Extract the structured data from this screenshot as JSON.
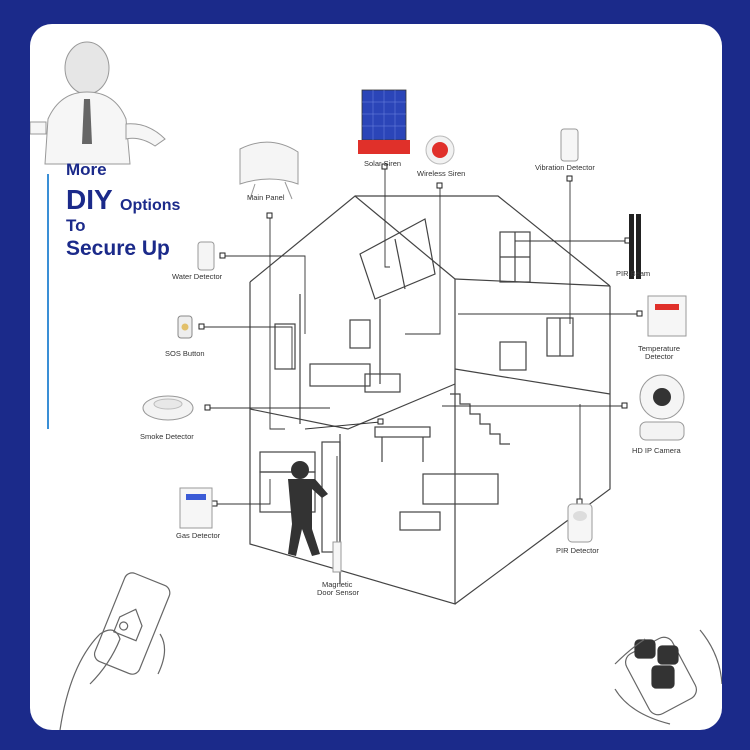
{
  "headline": {
    "line1": "More",
    "line2_big": "DIY",
    "line2_rest": "Options",
    "line3": "To",
    "line4": "Secure Up"
  },
  "labels": {
    "solar_siren": "Solar Siren",
    "wireless_siren": "Wireless Siren",
    "vibration_detector": "Vibration Detector",
    "main_panel": "Main Panel",
    "water_detector": "Water Detector",
    "pir_beam": "PIR Beam",
    "sos_button": "SOS Button",
    "temperature_detector_1": "Temperature",
    "temperature_detector_2": "Detector",
    "smoke_detector": "Smoke Detector",
    "hd_ip_camera": "HD IP Camera",
    "gas_detector": "Gas Detector",
    "pir_detector": "PIR Detector",
    "magnetic_door_sensor_1": "Magnetic",
    "magnetic_door_sensor_2": "Door Sensor"
  },
  "colors": {
    "frame": "#1b2a8a",
    "headline": "#1b2a8a",
    "accent_bar": "#3a8fd6",
    "siren_red": "#e0302a",
    "line": "#333333"
  }
}
